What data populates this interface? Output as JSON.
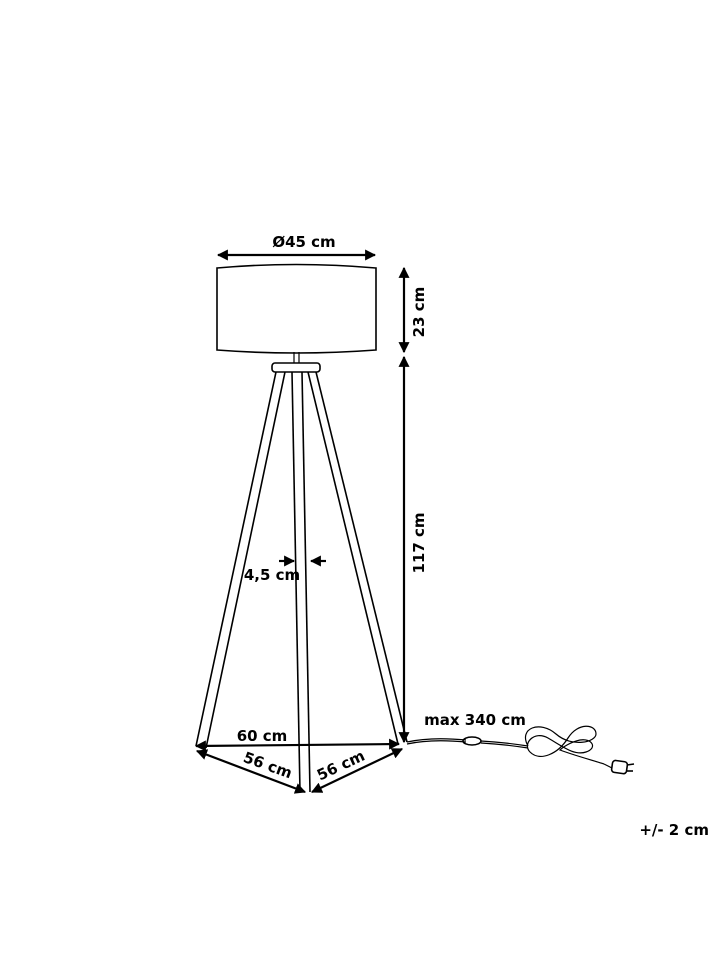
{
  "labels": {
    "shade_diameter": "Ø45 cm",
    "shade_height": "23 cm",
    "stand_height": "117 cm",
    "leg_width": "4,5 cm",
    "base_front": "60 cm",
    "base_left": "56 cm",
    "base_right": "56 cm",
    "cable_length": "max 340 cm",
    "tolerance": "+/- 2 cm"
  }
}
